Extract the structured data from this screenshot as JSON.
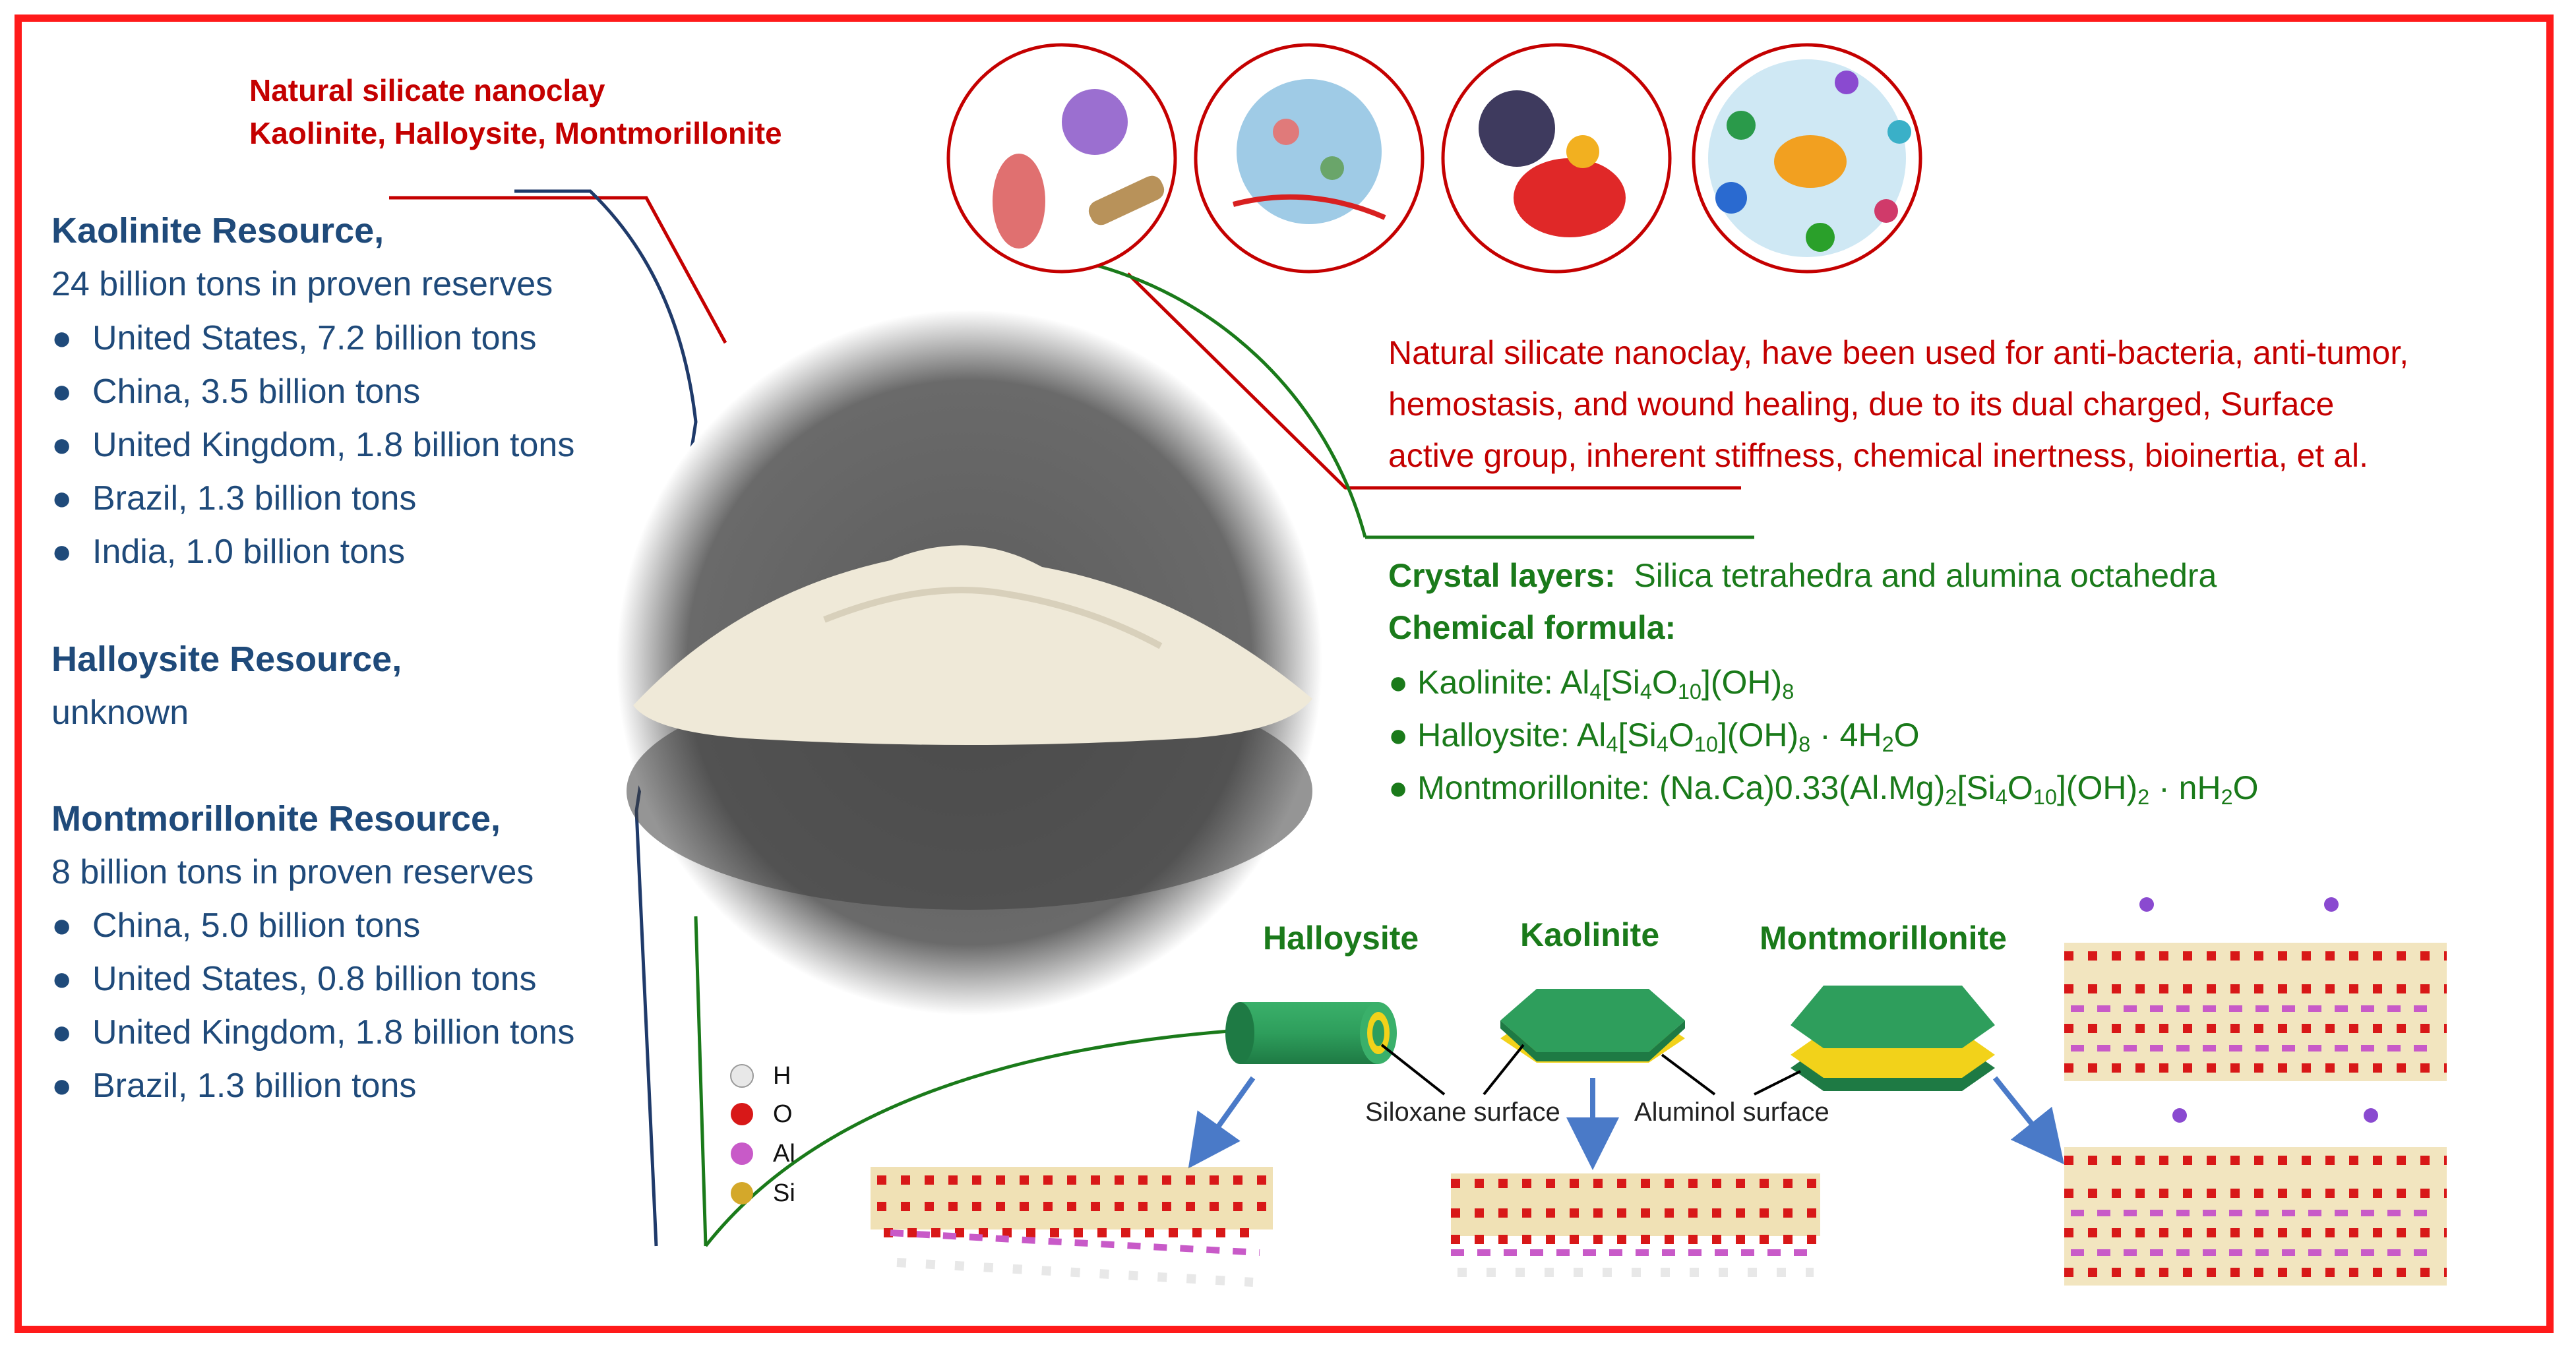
{
  "header": {
    "line1": "Natural silicate nanoclay",
    "line2": "Kaolinite, Halloysite, Montmorillonite"
  },
  "resources": {
    "kaolinite": {
      "title": "Kaolinite Resource,",
      "subtitle": "24 billion tons in proven reserves",
      "items": [
        "United States, 7.2 billion tons",
        "China, 3.5 billion tons",
        "United Kingdom, 1.8 billion tons",
        "Brazil, 1.3 billion tons",
        "India, 1.0 billion tons"
      ]
    },
    "halloysite": {
      "title": "Halloysite Resource,",
      "subtitle": "unknown"
    },
    "montmorillonite": {
      "title": "Montmorillonite Resource,",
      "subtitle": "8 billion tons in proven reserves",
      "items": [
        "China, 5.0 billion tons",
        "United States, 0.8 billion tons",
        "United Kingdom, 1.8 billion tons",
        "Brazil, 1.3 billion tons"
      ]
    }
  },
  "applications": {
    "line1": "Natural silicate nanoclay, have been used for anti-bacteria, anti-tumor,",
    "line2": "hemostasis, and wound healing, due to its dual charged, Surface",
    "line3": "active group, inherent stiffness, chemical inertness, bioinertia, et al."
  },
  "structure": {
    "crystal_label": "Crystal layers:",
    "crystal_value": "Silica  tetrahedra and alumina octahedra",
    "formula_label": "Chemical formula:",
    "kaolinite_label": "Kaolinite: ",
    "halloysite_label": "Halloysite: ",
    "montmorillonite_label": "Montmorillonite: ",
    "bullet": "●"
  },
  "minerals": {
    "halloysite": "Halloysite",
    "kaolinite": "Kaolinite",
    "montmorillonite": "Montmorillonite",
    "siloxane": "Siloxane surface",
    "aluminol": "Aluminol surface"
  },
  "legend": [
    {
      "label": "H",
      "color": "#e8e8e8"
    },
    {
      "label": "O",
      "color": "#d81818"
    },
    {
      "label": "Al",
      "color": "#c85ac8"
    },
    {
      "label": "Si",
      "color": "#d4a82a"
    }
  ],
  "colors": {
    "frame": "#ff1a1a",
    "blue_text": "#1f4a7a",
    "red_text": "#c40000",
    "green_text": "#1a7a1a",
    "green_shape": "#2e9e5c",
    "yellow_layer": "#f2d21a",
    "arrow": "#4a7ac8"
  }
}
